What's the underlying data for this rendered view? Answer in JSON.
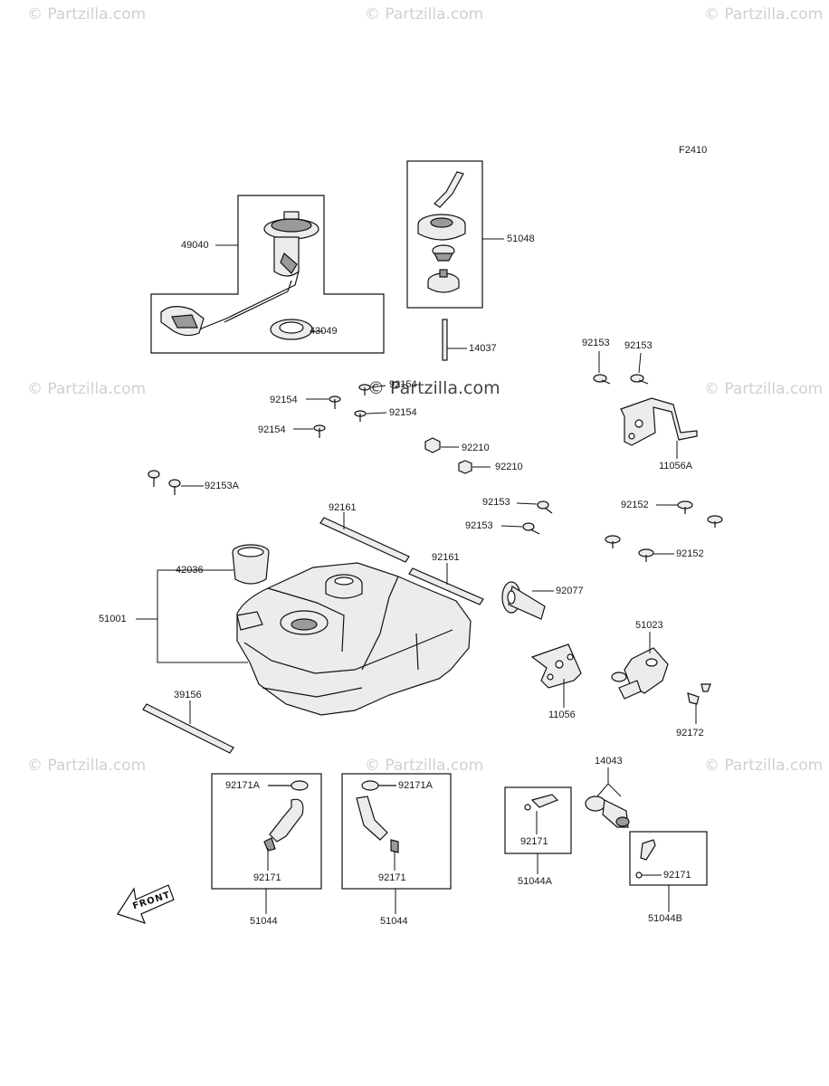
{
  "figure_code": "F2410",
  "watermarks": {
    "repeated": "© Partzilla.com",
    "center": "© Partzilla.com"
  },
  "front_label": "FRONT",
  "labels": {
    "p49040": "49040",
    "p43049": "43049",
    "p51048": "51048",
    "p14037": "14037",
    "p92153_a": "92153",
    "p92153_b": "92153",
    "p92154_a": "92154",
    "p92154_b": "92154",
    "p92154_c": "92154",
    "p92154_d": "92154",
    "p92210_a": "92210",
    "p92210_b": "92210",
    "p11056A": "11056A",
    "p92153A": "92153A",
    "p92161_a": "92161",
    "p92161_b": "92161",
    "p92153_c": "92153",
    "p92153_d": "92153",
    "p92152_a": "92152",
    "p92152_b": "92152",
    "p42036": "42036",
    "p51001": "51001",
    "p92077": "92077",
    "p51023": "51023",
    "p39156": "39156",
    "p11056": "11056",
    "p92172": "92172",
    "p14043": "14043",
    "p92171A_a": "92171A",
    "p92171A_b": "92171A",
    "p92171_a": "92171",
    "p92171_b": "92171",
    "p92171_c": "92171",
    "p92171_d": "92171",
    "p51044_a": "51044",
    "p51044_b": "51044",
    "p51044A": "51044A",
    "p51044B": "51044B"
  }
}
